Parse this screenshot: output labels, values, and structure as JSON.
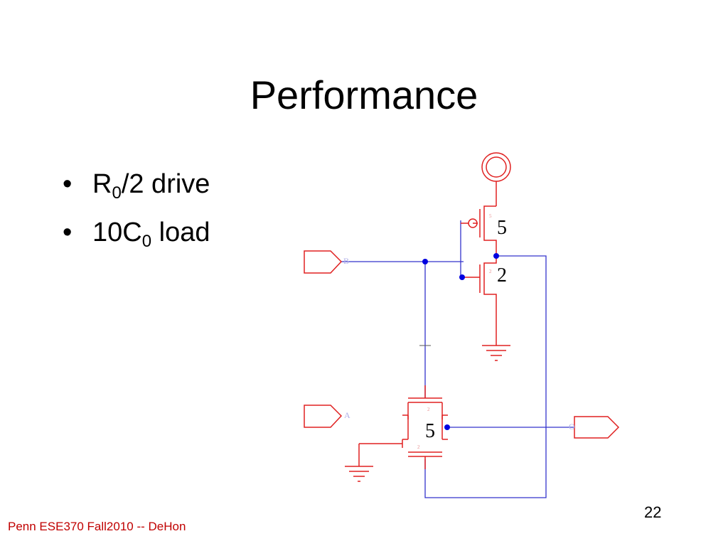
{
  "slide": {
    "title": "Performance",
    "bullets": [
      {
        "main": "R",
        "sub": "0",
        "rest": "/2 drive"
      },
      {
        "main": "10C",
        "sub": "0",
        "rest": " load"
      }
    ],
    "page_number": "22",
    "footer": "Penn ESE370 Fall2010 -- DeHon"
  },
  "diagram": {
    "inputs": {
      "b": "B",
      "a": "A"
    },
    "output": "O",
    "sizes": {
      "pmos": "5",
      "nmos": "2",
      "passgate": "5"
    },
    "small_labels": {
      "two": "2"
    }
  },
  "colors": {
    "wire": "#3333cc",
    "device": "#e02020",
    "node": "#0000e0",
    "footer": "#c00000"
  }
}
